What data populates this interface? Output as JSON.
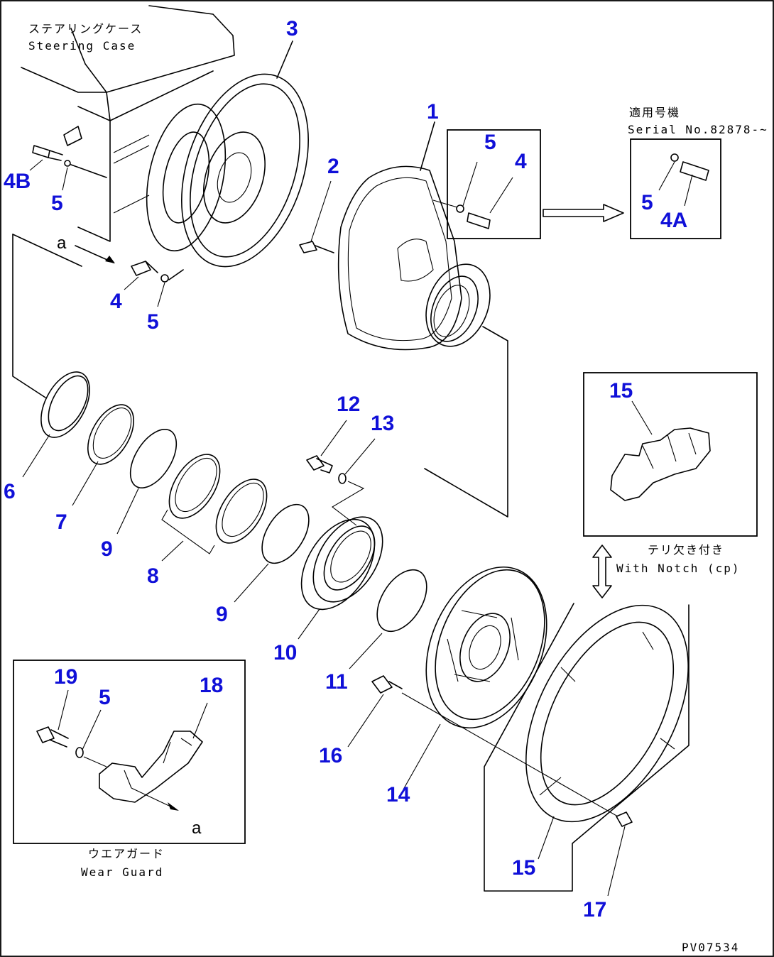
{
  "labels": {
    "steering_case_jp": "ステアリングケース",
    "steering_case_en": "Steering Case",
    "serial_jp": "適用号機",
    "serial_en": "Serial No.82878-~",
    "notch_jp": "テリ欠き付き",
    "notch_en": "With Notch (cp)",
    "wear_guard_jp": "ウエアガード",
    "wear_guard_en": "Wear Guard",
    "drawing_no": "PV07534",
    "view_a_top": "a",
    "view_a_bottom": "a"
  },
  "callouts": [
    {
      "id": "c3",
      "text": "3"
    },
    {
      "id": "c1",
      "text": "1"
    },
    {
      "id": "c2",
      "text": "2"
    },
    {
      "id": "c5a",
      "text": "5"
    },
    {
      "id": "c4a",
      "text": "4"
    },
    {
      "id": "c4b",
      "text": "4B"
    },
    {
      "id": "c5b",
      "text": "5"
    },
    {
      "id": "c5c",
      "text": "5"
    },
    {
      "id": "c4c",
      "text": "4A"
    },
    {
      "id": "c4d",
      "text": "4"
    },
    {
      "id": "c5d",
      "text": "5"
    },
    {
      "id": "c15a",
      "text": "15"
    },
    {
      "id": "c12",
      "text": "12"
    },
    {
      "id": "c13",
      "text": "13"
    },
    {
      "id": "c6",
      "text": "6"
    },
    {
      "id": "c7",
      "text": "7"
    },
    {
      "id": "c9a",
      "text": "9"
    },
    {
      "id": "c8",
      "text": "8"
    },
    {
      "id": "c9b",
      "text": "9"
    },
    {
      "id": "c10",
      "text": "10"
    },
    {
      "id": "c11",
      "text": "11"
    },
    {
      "id": "c19",
      "text": "19"
    },
    {
      "id": "c5e",
      "text": "5"
    },
    {
      "id": "c18",
      "text": "18"
    },
    {
      "id": "c16",
      "text": "16"
    },
    {
      "id": "c14",
      "text": "14"
    },
    {
      "id": "c15b",
      "text": "15"
    },
    {
      "id": "c17",
      "text": "17"
    }
  ]
}
